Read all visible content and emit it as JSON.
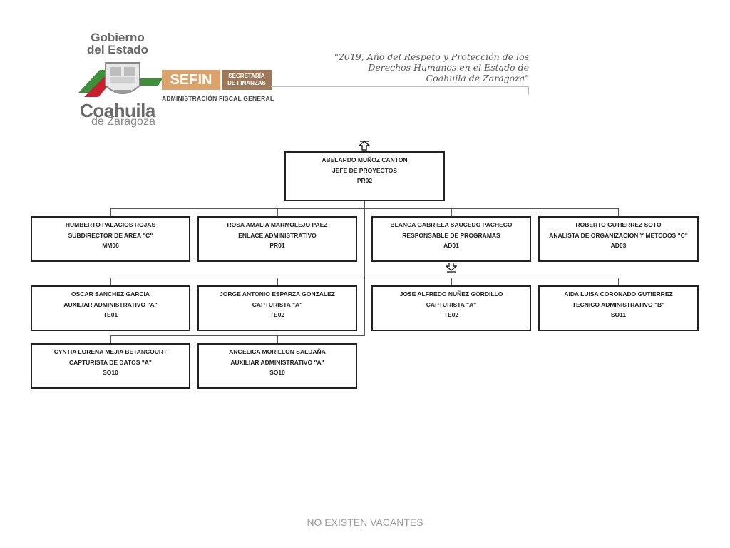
{
  "header": {
    "logo_line1": "Gobierno",
    "logo_line2": "del Estado",
    "logo_coahuila": "Coahuila",
    "logo_zaragoza": "de Zaragoza",
    "sefin_label": "SEFIN",
    "sefin_sub1": "SECRETARÍA",
    "sefin_sub2": "DE FINANZAS",
    "agency": "ADMINISTRACIÓN FISCAL GENERAL",
    "motto": "\"2019, Año del Respeto y Protección de los\nDerechos Humanos en el Estado de\nCoahuila de Zaragoza\""
  },
  "org": {
    "head": {
      "name": "ABELARDO MUÑOZ CANTON",
      "title": "JEFE DE PROYECTOS",
      "code": "PR02"
    },
    "row1": [
      {
        "name": "HUMBERTO PALACIOS ROJAS",
        "title": "SUBDIRECTOR DE AREA \"C\"",
        "code": "MM06"
      },
      {
        "name": "ROSA AMALIA MARMOLEJO PAEZ",
        "title": "ENLACE ADMINISTRATIVO",
        "code": "PR01"
      },
      {
        "name": "BLANCA GABRIELA SAUCEDO PACHECO",
        "title": "RESPONSABLE DE PROGRAMAS",
        "code": "AD01"
      },
      {
        "name": "ROBERTO GUTIERREZ SOTO",
        "title": "ANALISTA DE ORGANIZACION Y METODOS \"C\"",
        "code": "AD03"
      }
    ],
    "row2": [
      {
        "name": "OSCAR SANCHEZ GARCIA",
        "title": "AUXILIAR ADMINISTRATIVO \"A\"",
        "code": "TE01"
      },
      {
        "name": "JORGE ANTONIO ESPARZA GONZALEZ",
        "title": "CAPTURISTA \"A\"",
        "code": "TE02"
      },
      {
        "name": "JOSE ALFREDO NUÑEZ GORDILLO",
        "title": "CAPTURISTA \"A\"",
        "code": "TE02"
      },
      {
        "name": "AIDA LUISA CORONADO GUTIERREZ",
        "title": "TECNICO ADMINISTRATIVO \"B\"",
        "code": "SO11"
      }
    ],
    "row3": [
      {
        "name": "CYNTIA LORENA MEJIA BETANCOURT",
        "title": "CAPTURISTA DE DATOS  \"A\"",
        "code": "SO10"
      },
      {
        "name": "ANGELICA MORILLON SALDAÑA",
        "title": "AUXILIAR ADMINISTRATIVO \"A\"",
        "code": "SO10"
      }
    ]
  },
  "footer": {
    "note": "NO EXISTEN VACANTES"
  },
  "icons": [
    "up-arrow-icon",
    "down-arrow-icon",
    "coat-of-arms-icon"
  ],
  "colors": {
    "box_border": "#222222",
    "sefin_tan": "#d9a36b",
    "sefin_brown": "#9c7758",
    "flag_green": "#3f8f3a",
    "flag_red": "#c8202c"
  }
}
